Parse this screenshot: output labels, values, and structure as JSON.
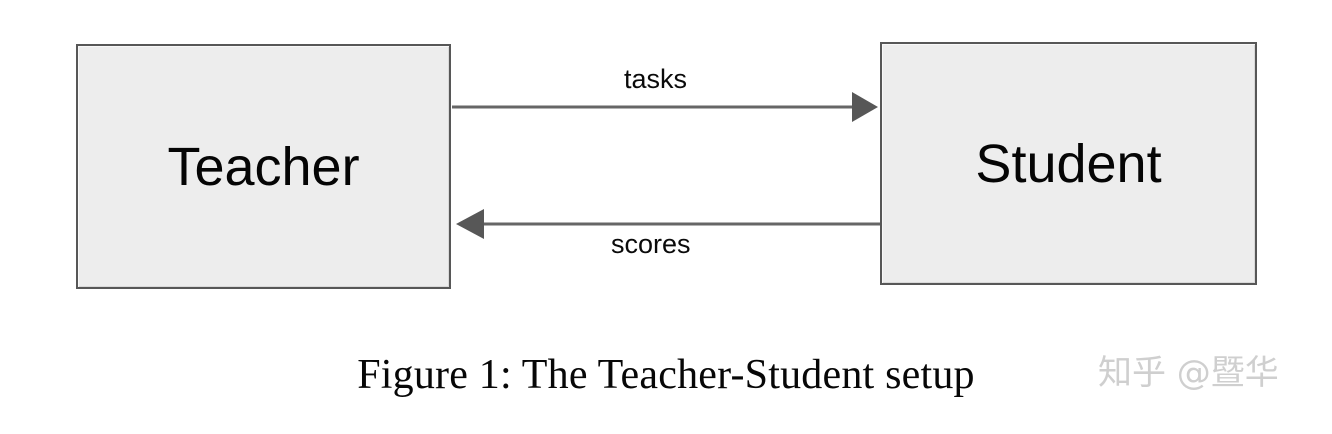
{
  "figure": {
    "caption": "Figure 1: The Teacher-Student setup",
    "background_color": "#ffffff"
  },
  "diagram": {
    "node_fill_color": "#ededed",
    "node_border_color": "#575757",
    "edge_color": "#666666",
    "nodes": [
      {
        "id": "teacher",
        "label": "Teacher"
      },
      {
        "id": "student",
        "label": "Student"
      }
    ],
    "edges": [
      {
        "id": "tasks",
        "label": "tasks",
        "from": "teacher",
        "to": "student",
        "direction": "right"
      },
      {
        "id": "scores",
        "label": "scores",
        "from": "student",
        "to": "teacher",
        "direction": "left"
      }
    ]
  },
  "watermark": {
    "text": "知乎 @暨华",
    "color": "#cfcfcf"
  }
}
